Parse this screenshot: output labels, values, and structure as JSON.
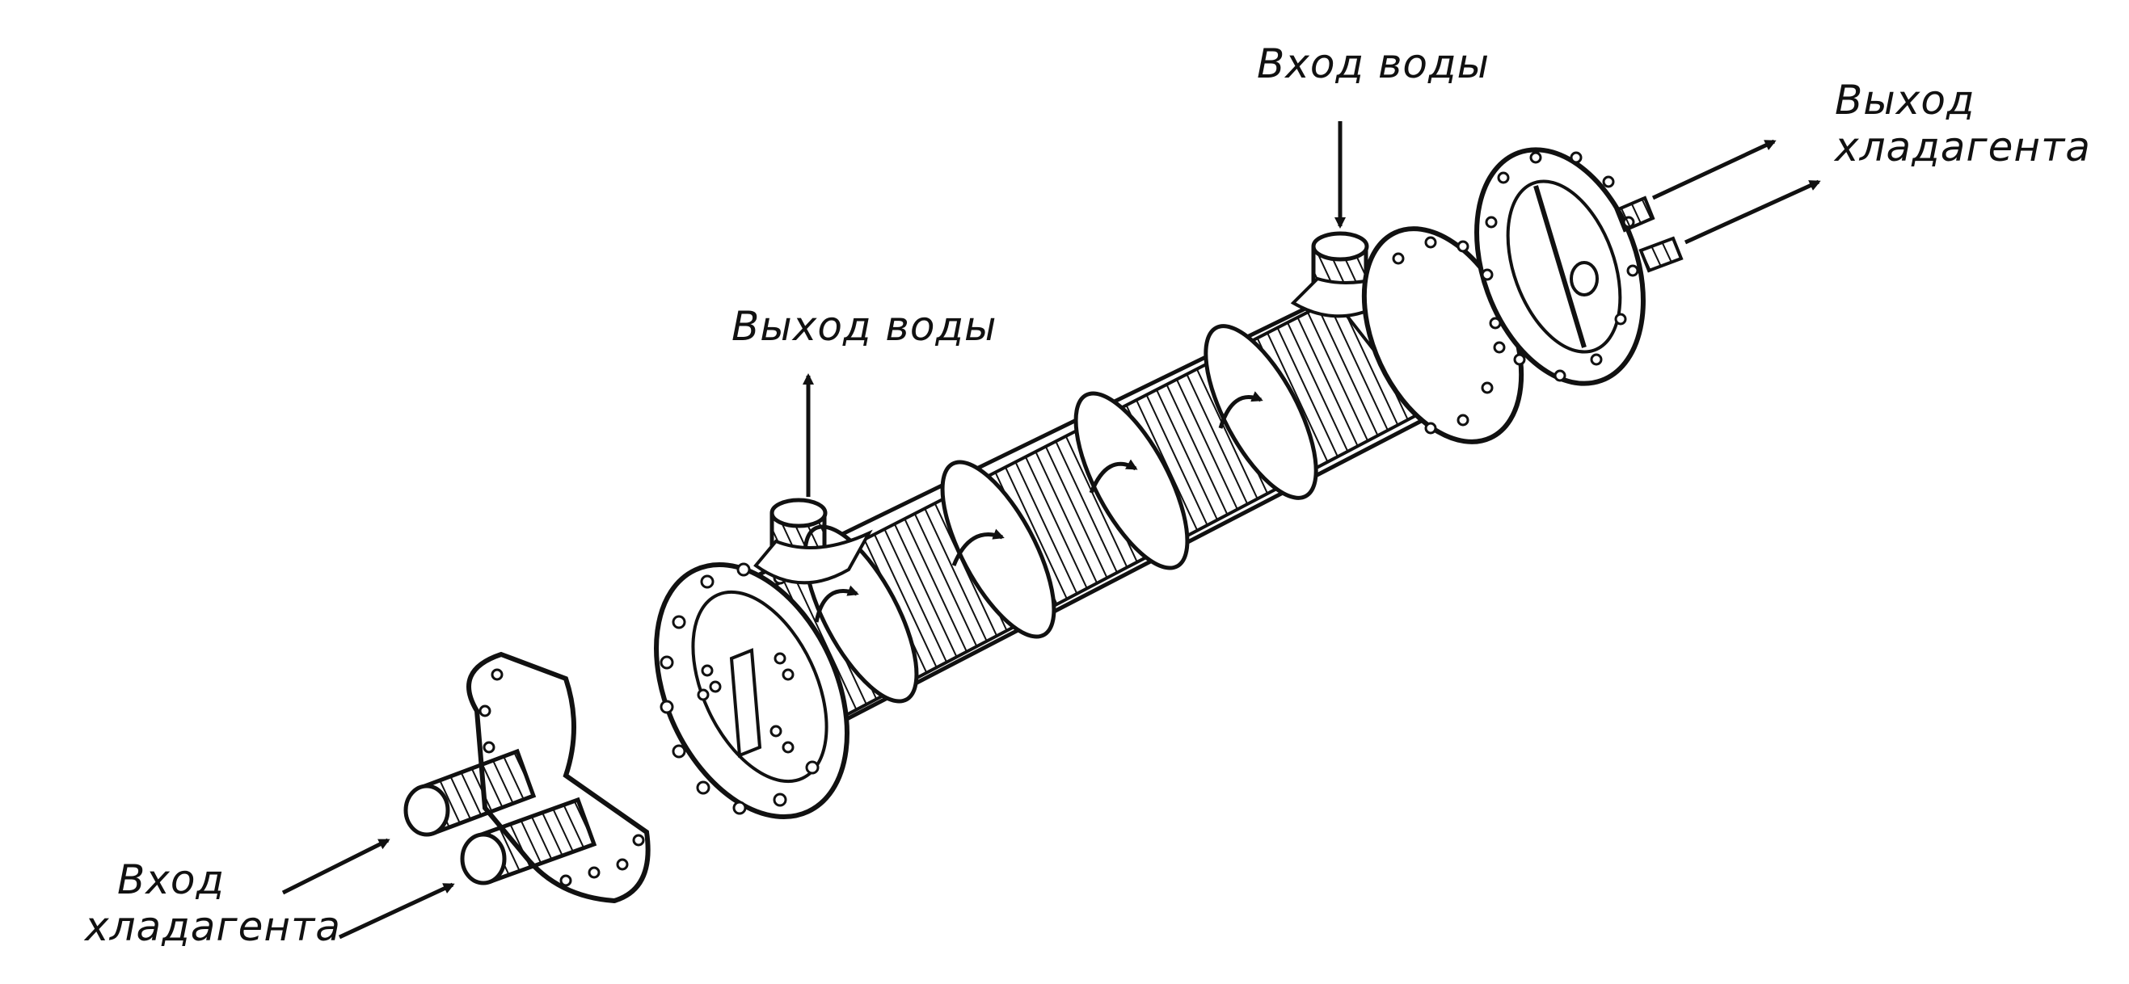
{
  "labels": {
    "water_in": "Вход воды",
    "water_out": "Выход воды",
    "refrigerant_out_line1": "Выход",
    "refrigerant_out_line2": "хладагента",
    "refrigerant_in_line1": "Вход",
    "refrigerant_in_line2": "хладагента"
  },
  "colors": {
    "ink": "#111111",
    "paper": "#ffffff"
  }
}
